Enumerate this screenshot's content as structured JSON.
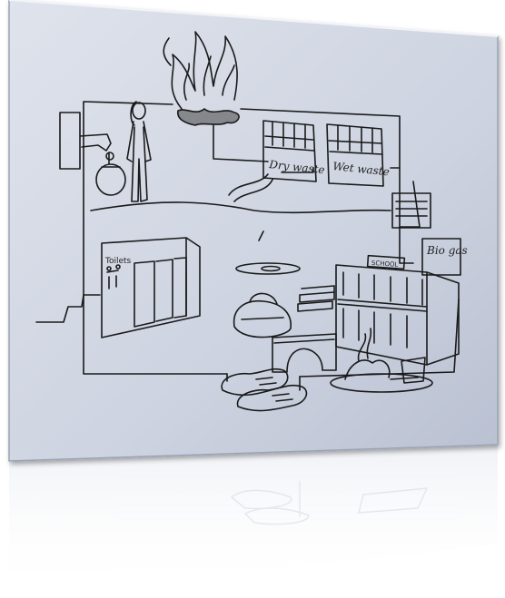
{
  "labels": {
    "dry_waste": "Dry waste",
    "wet_waste": "Wet waste",
    "toilets": "Toilets",
    "school": "SCHOOL",
    "bio_gas": "Bio gas"
  },
  "colors": {
    "board": "#c9cfdd",
    "board_light": "#dde2ec",
    "board_edge": "#9aa3b6",
    "ink": "#1a1a1a"
  }
}
